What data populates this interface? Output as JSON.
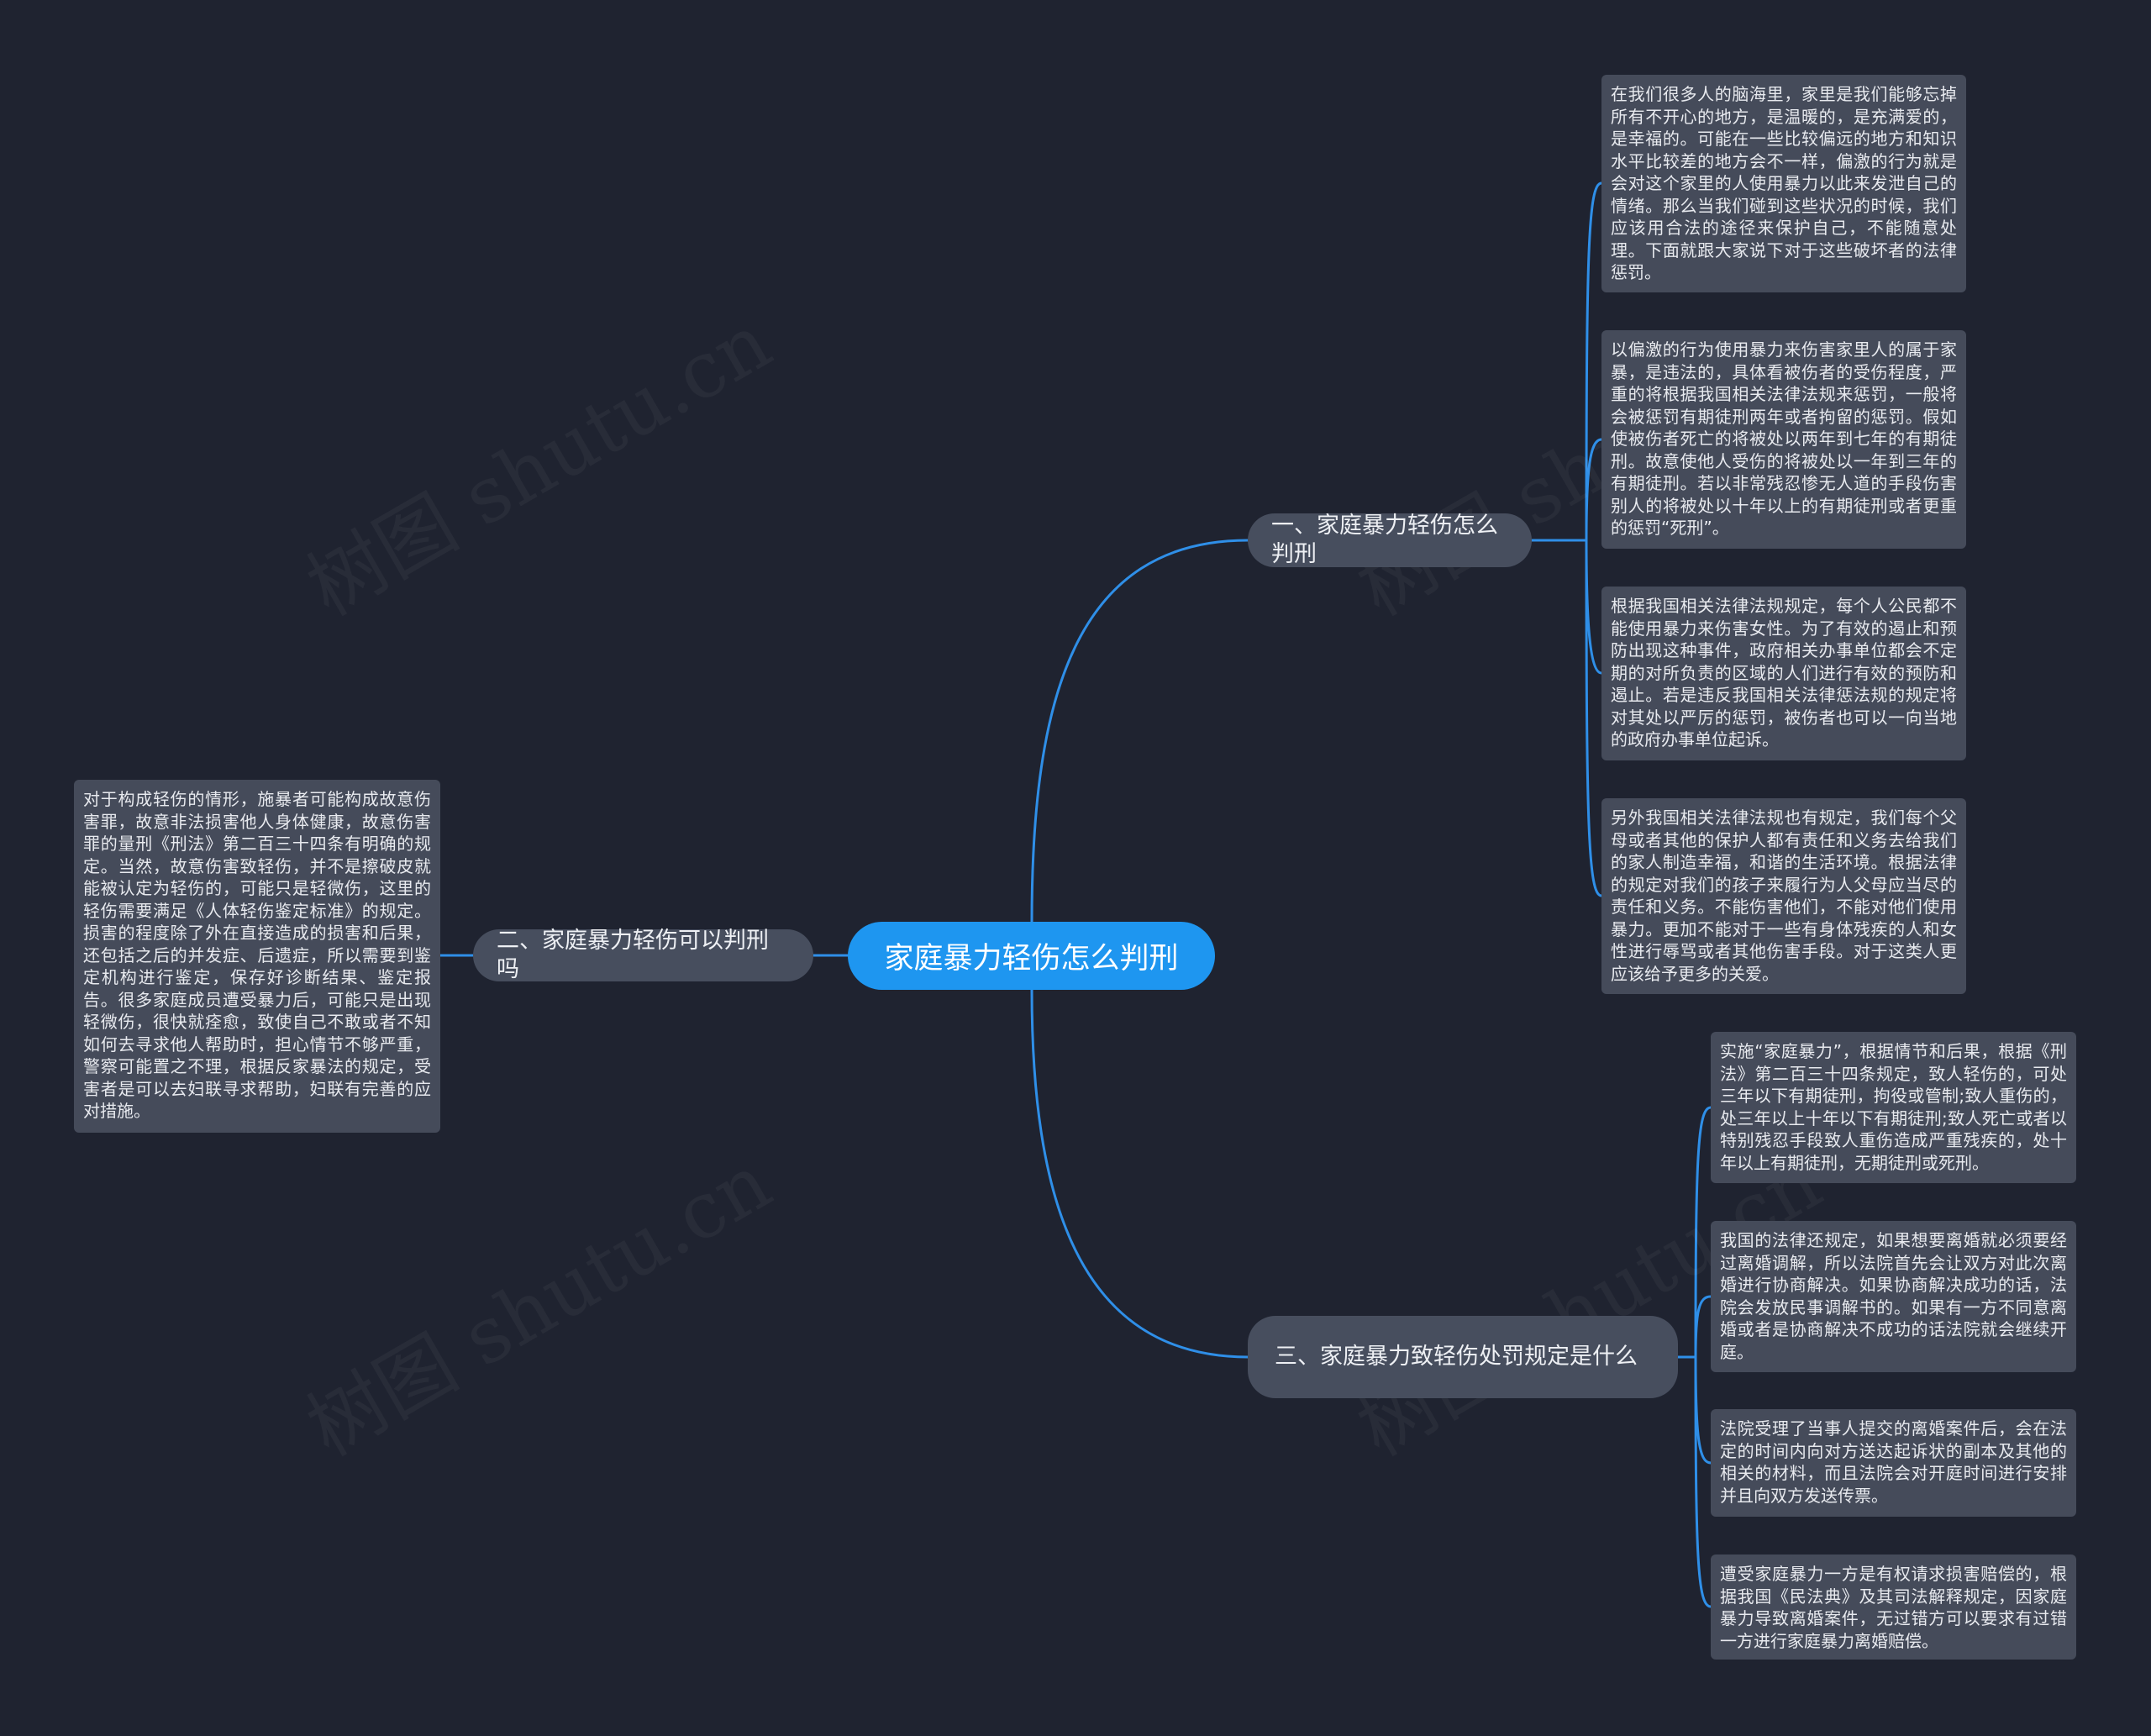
{
  "root": {
    "label": "家庭暴力轻伤怎么判刑"
  },
  "branches": [
    {
      "label": "一、家庭暴力轻伤怎么判刑"
    },
    {
      "label": "二、家庭暴力轻伤可以判刑吗"
    },
    {
      "label": "三、家庭暴力致轻伤处罚规定是什么"
    }
  ],
  "leaves": [
    {
      "text": "在我们很多人的脑海里，家里是我们能够忘掉所有不开心的地方，是温暖的，是充满爱的，是幸福的。可能在一些比较偏远的地方和知识水平比较差的地方会不一样，偏激的行为就是会对这个家里的人使用暴力以此来发泄自己的情绪。那么当我们碰到这些状况的时候，我们应该用合法的途径来保护自己，不能随意处理。下面就跟大家说下对于这些破坏者的法律惩罚。"
    },
    {
      "text": "以偏激的行为使用暴力来伤害家里人的属于家暴，是违法的，具体看被伤者的受伤程度，严重的将根据我国相关法律法规来惩罚，一般将会被惩罚有期徒刑两年或者拘留的惩罚。假如使被伤者死亡的将被处以两年到七年的有期徒刑。故意使他人受伤的将被处以一年到三年的有期徒刑。若以非常残忍惨无人道的手段伤害别人的将被处以十年以上的有期徒刑或者更重的惩罚“死刑”。"
    },
    {
      "text": "根据我国相关法律法规规定，每个人公民都不能使用暴力来伤害女性。为了有效的遏止和预防出现这种事件，政府相关办事单位都会不定期的对所负责的区域的人们进行有效的预防和遏止。若是违反我国相关法律惩法规的规定将对其处以严厉的惩罚，被伤者也可以一向当地的政府办事单位起诉。"
    },
    {
      "text": "另外我国相关法律法规也有规定，我们每个父母或者其他的保护人都有责任和义务去给我们的家人制造幸福，和谐的生活环境。根据法律的规定对我们的孩子来履行为人父母应当尽的责任和义务。不能伤害他们，不能对他们使用暴力。更加不能对于一些有身体残疾的人和女性进行辱骂或者其他伤害手段。对于这类人更应该给予更多的关爱。"
    },
    {
      "text": "对于构成轻伤的情形，施暴者可能构成故意伤害罪，故意非法损害他人身体健康，故意伤害罪的量刑《刑法》第二百三十四条有明确的规定。当然，故意伤害致轻伤，并不是擦破皮就能被认定为轻伤的，可能只是轻微伤，这里的轻伤需要满足《人体轻伤鉴定标准》的规定。损害的程度除了外在直接造成的损害和后果，还包括之后的并发症、后遗症，所以需要到鉴定机构进行鉴定，保存好诊断结果、鉴定报告。很多家庭成员遭受暴力后，可能只是出现轻微伤，很快就痊愈，致使自己不敢或者不知如何去寻求他人帮助时，担心情节不够严重，警察可能置之不理，根据反家暴法的规定，受害者是可以去妇联寻求帮助，妇联有完善的应对措施。"
    },
    {
      "text": "实施“家庭暴力”，根据情节和后果，根据《刑法》第二百三十四条规定，致人轻伤的，可处三年以下有期徒刑，拘役或管制;致人重伤的，处三年以上十年以下有期徒刑;致人死亡或者以特别残忍手段致人重伤造成严重残疾的，处十年以上有期徒刑，无期徒刑或死刑。"
    },
    {
      "text": "我国的法律还规定，如果想要离婚就必须要经过离婚调解，所以法院首先会让双方对此次离婚进行协商解决。如果协商解决成功的话，法院会发放民事调解书的。如果有一方不同意离婚或者是协商解决不成功的话法院就会继续开庭。"
    },
    {
      "text": "法院受理了当事人提交的离婚案件后，会在法定的时间内向对方送达起诉状的副本及其他的相关的材料，而且法院会对开庭时间进行安排并且向双方发送传票。"
    },
    {
      "text": "遭受家庭暴力一方是有权请求损害赔偿的，根据我国《民法典》及其司法解释规定，因家庭暴力导致离婚案件，无过错方可以要求有过错一方进行家庭暴力离婚赔偿。"
    }
  ],
  "watermark": {
    "text": "树图 shutu.cn"
  },
  "colors": {
    "background": "#1f2330",
    "accent": "#1e96f0",
    "branch": "#474e5e",
    "leaf": "#454b5a",
    "line": "#2f8fe8"
  }
}
